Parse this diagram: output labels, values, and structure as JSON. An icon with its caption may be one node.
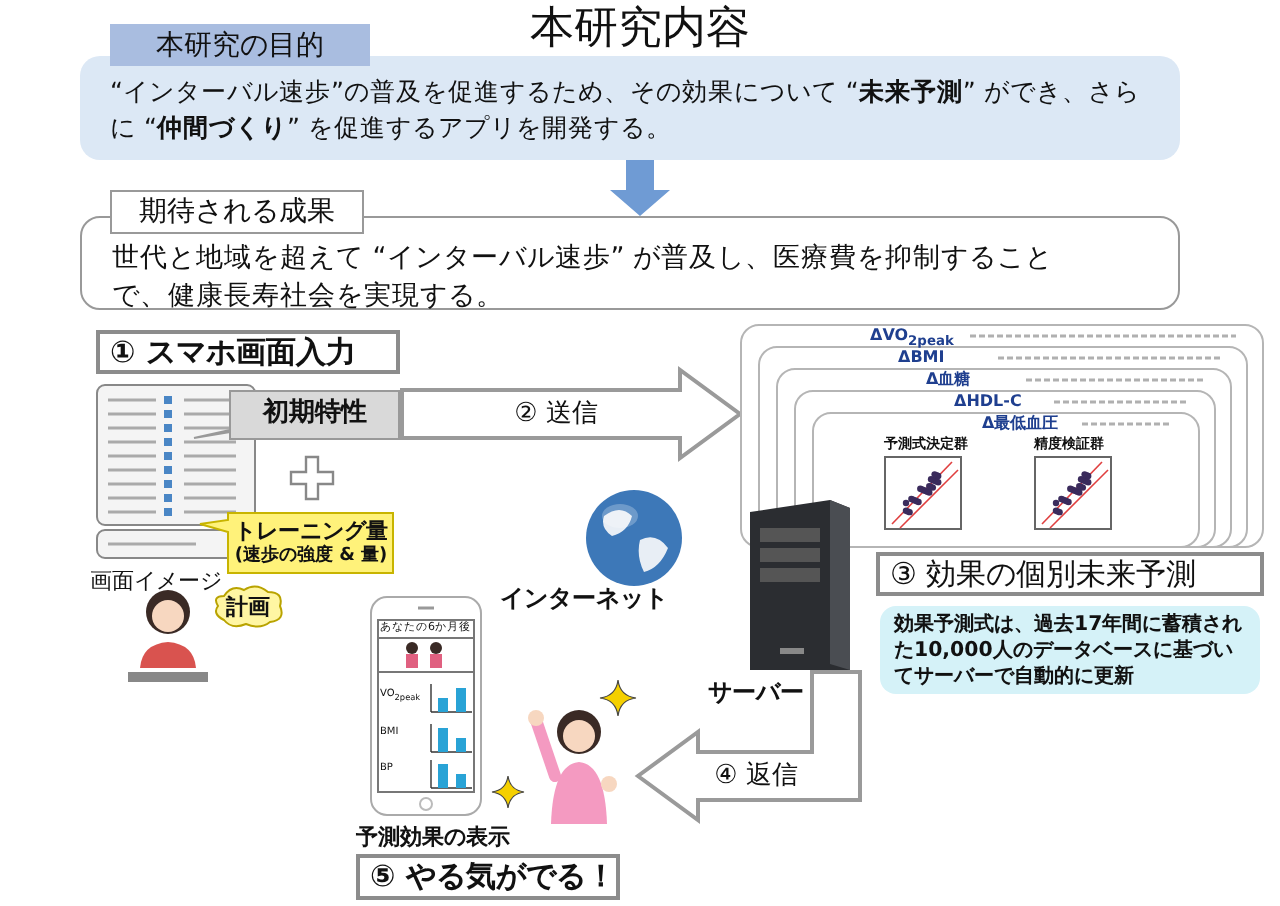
{
  "diagram": {
    "title": "本研究内容",
    "nodes": [
      {
        "text": [
          "本研究の目的",
          "“インターバル速歩”の普及を促進するため、その効果について “**未来予測**” ができ、さらに “**仲間づくり**” を促進するアプリを開発する。"
        ]
      },
      {
        "text": [
          "期待される成果",
          "世代と地域を超えて “インターバル速歩” が普及し、医療費を抑制することで、健康長寿社会を実現する。"
        ]
      },
      {
        "text": [
          "① スマホ画面入力"
        ]
      },
      {
        "text": [],
        "shape": "picture",
        "beside": [
          "画面イメージ"
        ]
      },
      {
        "text": [
          "初期特性"
        ]
      },
      {
        "text": [
          "トレーニング量",
          "(速歩の強度 & 量)"
        ]
      },
      {
        "text": [
          "計画"
        ]
      },
      {
        "text": [
          "ΔVO$_{2peak}$",
          "ΔBMI",
          "Δ血糖",
          "ΔHDL-C",
          "Δ最低血圧",
          "予測式決定群",
          "精度検証群"
        ]
      },
      {
        "text": [],
        "shape": "picture",
        "beside": [
          "サーバー"
        ]
      },
      {
        "text": [
          "③ 効果の個別未来予測"
        ]
      },
      {
        "text": [
          "効果予測式は、過去17年間に蓄積された**10,000人**のデータベースに基づいてサーバーで自動的に更新"
        ]
      },
      {
        "text": [
          "あなたの6か月後",
          "VO$_{2peak}$",
          "BMI",
          "BP"
        ],
        "beside": [
          "予測効果の表示"
        ]
      },
      {
        "text": [
          "⑤ やる気がでる！"
        ]
      },
      {
        "text": [],
        "shape": "person"
      }
    ],
    "edges": [
      {
        "from": 0,
        "to": 1,
        "arrow": "to",
        "color": "#6f9bd4"
      },
      {
        "from": 4,
        "to": 7,
        "arrow": "to",
        "label": "② 送信"
      },
      {
        "from": 8,
        "to": 13,
        "arrow": "to",
        "label": "④ 返信"
      }
    ],
    "labels": [
      "インターネット"
    ]
  }
}
